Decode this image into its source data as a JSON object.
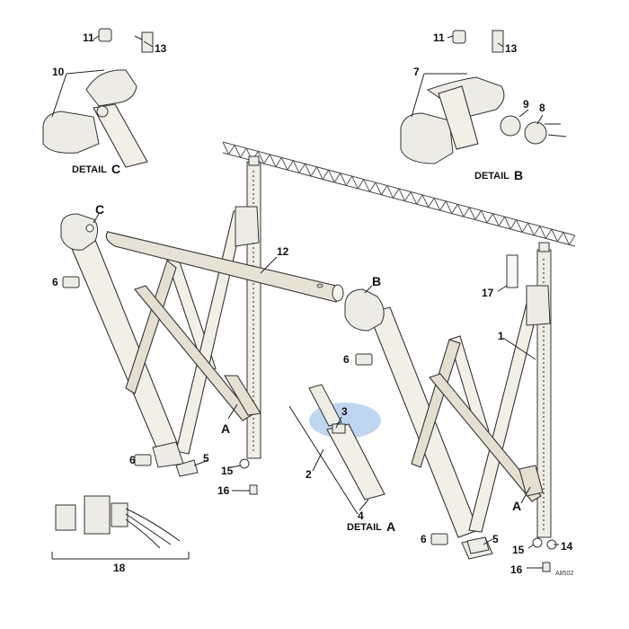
{
  "callouts": {
    "c1": "1",
    "c2": "2",
    "c3": "3",
    "c4": "4",
    "c5a": "5",
    "c5b": "5",
    "c6a": "6",
    "c6b": "6",
    "c6c": "6",
    "c6d": "6",
    "c7": "7",
    "c8": "8",
    "c9": "9",
    "c10": "10",
    "c11a": "11",
    "c11b": "11",
    "c12": "12",
    "c13a": "13",
    "c13b": "13",
    "c14": "14",
    "c15a": "15",
    "c15b": "15",
    "c16a": "16",
    "c16b": "16",
    "c17": "17",
    "c18": "18",
    "A1": "A",
    "A2": "A",
    "B": "B",
    "C": "C"
  },
  "details": {
    "a_word": "DETAIL",
    "a_letter": "A",
    "b_word": "DETAIL",
    "b_letter": "B",
    "c_word": "DETAIL",
    "c_letter": "C"
  },
  "drawing_code": "A8502",
  "colors": {
    "highlight": "#a9c8ee",
    "line": "#222222"
  }
}
